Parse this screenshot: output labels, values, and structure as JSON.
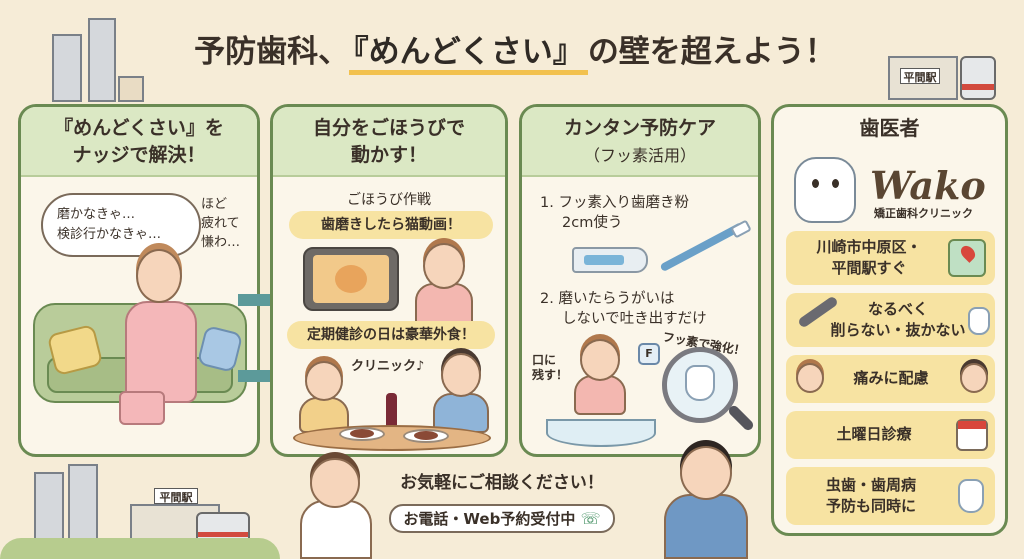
{
  "title": {
    "before": "予防歯科、",
    "highlight": "『めんどくさい』",
    "after": "の壁を超えよう！"
  },
  "panel1": {
    "heading_line1": "『めんどくさい』を",
    "heading_line2": "ナッジで解決！",
    "thought_line1": "磨かなきゃ…",
    "thought_line2": "検診行かなきゃ…",
    "side_line1": "ほど",
    "side_line2": "疲れて",
    "side_line3": "慊わ…"
  },
  "panel2": {
    "heading_line1": "自分をごほうびで",
    "heading_line2": "動かす！",
    "sub": "ごほうび作戦",
    "reward1": "歯磨きしたら猫動画！",
    "reward2": "定期健診の日は豪華外食！",
    "speech": "クリニック♪"
  },
  "panel3": {
    "heading_line1": "カンタン予防ケア",
    "heading_line2": "（フッ素活用）",
    "step1_line1": "1. フッ素入り歯磨き粉",
    "step1_line2": "2cm使う",
    "step2_line1": "2. 磨いたらうがいは",
    "step2_line2": "しないで吐き出すだけ",
    "note_left_line1": "口に",
    "note_left_line2": "残す！",
    "note_right": "フッ素で強化！",
    "badge": "F"
  },
  "panel4": {
    "heading": "歯医者",
    "clinic_name": "Wako",
    "clinic_sub": "矯正歯科クリニック",
    "features": [
      {
        "line1": "川崎市中原区・",
        "line2": "平間駅すぐ"
      },
      {
        "line1": "なるべく",
        "line2": "削らない・抜かない"
      },
      {
        "line1": "痛みに配慮",
        "line2": ""
      },
      {
        "line1": "土曜日診療",
        "line2": ""
      },
      {
        "line1": "虫歯・歯周病",
        "line2": "予防も同時に"
      }
    ]
  },
  "scenery": {
    "station_top": "平間駅",
    "station_bottom": "平間駅"
  },
  "bottom": {
    "line1": "お気軽にご相談ください！",
    "line2": "お電話・Web予約受付中"
  },
  "icons": [
    "thought-bubble",
    "sofa",
    "tablet-cat",
    "dinner",
    "toothpaste",
    "toothbrush",
    "magnifier-tooth",
    "map-pin",
    "dental-drill",
    "tooth",
    "calendar",
    "phone"
  ],
  "colors": {
    "background": "#f6ecd7",
    "panel_border": "#6a8a52",
    "panel_head": "#dbe8c4",
    "highlight": "#f2c14e",
    "feature_bg": "#f7e3a2",
    "arrow": "#5c9a9a"
  }
}
